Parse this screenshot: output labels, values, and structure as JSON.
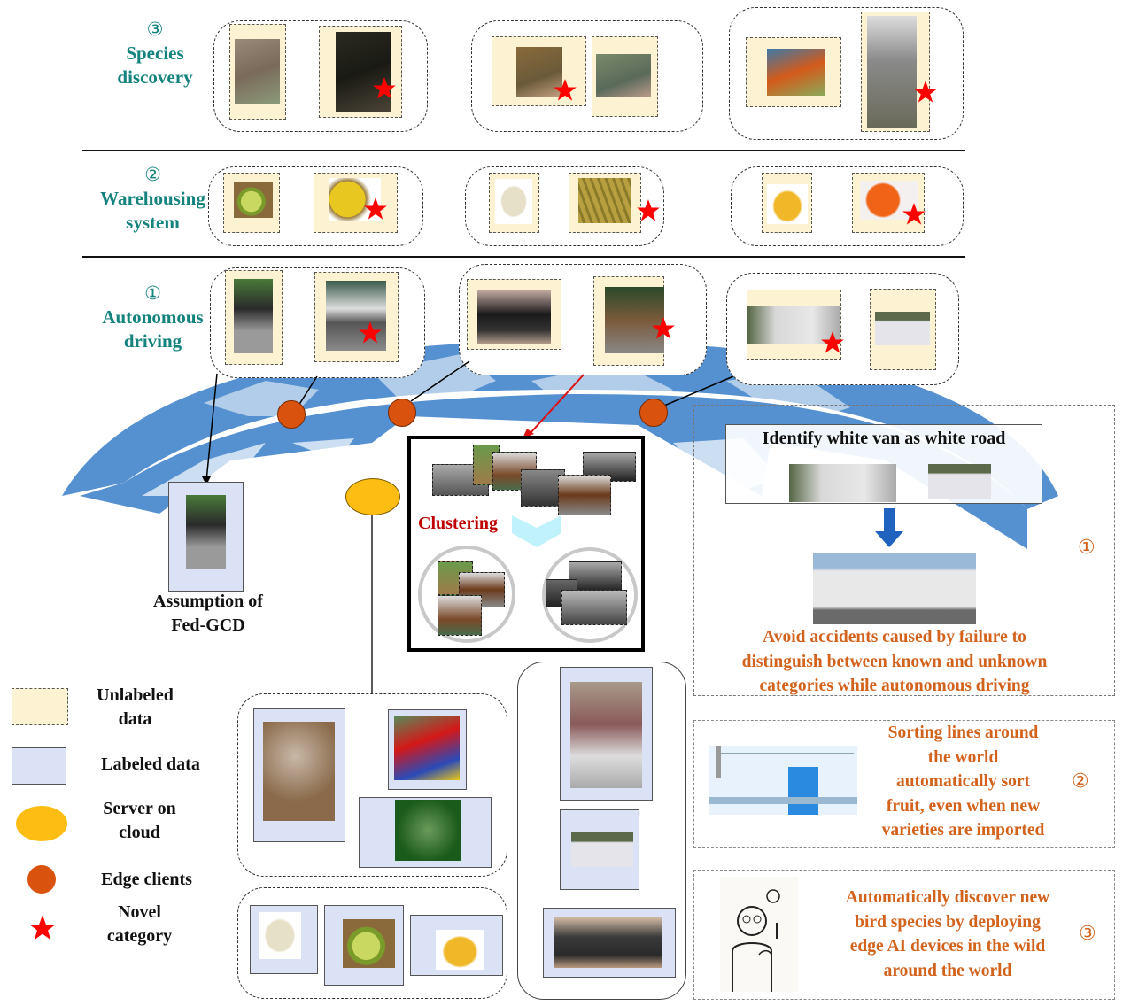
{
  "scenarios": [
    {
      "number": "③",
      "label_line1": "Species",
      "label_line2": "discovery"
    },
    {
      "number": "②",
      "label_line1": "Warehousing",
      "label_line2": "system"
    },
    {
      "number": "①",
      "label_line1": "Autonomous",
      "label_line2": "driving"
    }
  ],
  "assumption": {
    "line1": "Assumption of",
    "line2": "Fed-GCD"
  },
  "clustering": {
    "label": "Clustering"
  },
  "legend": [
    {
      "key": "unlabeled",
      "line1": "Unlabeled",
      "line2": "data"
    },
    {
      "key": "labeled",
      "line1": "Labeled data",
      "line2": ""
    },
    {
      "key": "server",
      "line1": "Server on",
      "line2": "cloud"
    },
    {
      "key": "edge",
      "line1": "Edge clients",
      "line2": ""
    },
    {
      "key": "novel",
      "line1": "Novel",
      "line2": "category"
    }
  ],
  "panels": {
    "p1": {
      "title": "Identify white van as white road",
      "number": "①",
      "text": [
        "Avoid accidents caused by failure to",
        "distinguish between known and unknown",
        "categories while autonomous driving"
      ]
    },
    "p2": {
      "number": "②",
      "text": [
        "Sorting lines around",
        "the world",
        "automatically sort",
        "fruit, even when new",
        "varieties are imported"
      ]
    },
    "p3": {
      "number": "③",
      "text": [
        "Automatically discover new",
        "bird species by deploying",
        "edge AI devices in the wild",
        "around the world"
      ]
    }
  },
  "colors": {
    "teal": "#14837e",
    "orange_text": "#d2621c",
    "unlabeled_fill": "#fdf3d2",
    "labeled_fill": "#dbe2f6",
    "server": "#fdbd12",
    "edge_client": "#d9530f",
    "novel_star": "#ff0000",
    "globe": "#5590d0",
    "clustering_red": "#c00000"
  }
}
